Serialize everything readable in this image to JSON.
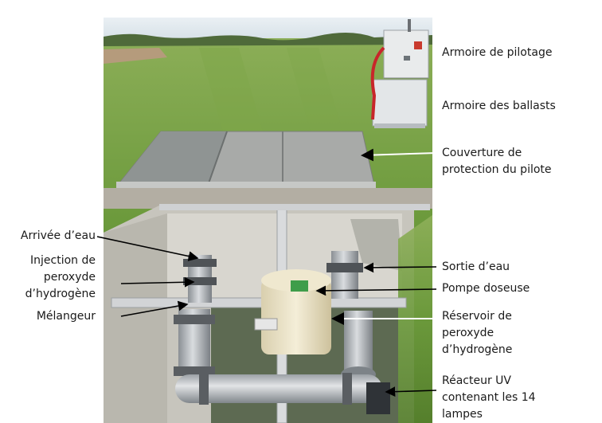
{
  "labels": {
    "armoire_pilotage": "Armoire de pilotage",
    "armoire_ballasts": "Armoire des ballasts",
    "couverture": "Couverture de\nprotection du pilote",
    "arrivee_eau": "Arrivée d’eau",
    "injection": "Injection de\nperoxyde\nd’hydrogène",
    "melangeur": "Mélangeur",
    "sortie_eau": "Sortie d’eau",
    "pompe": "Pompe doseuse",
    "reservoir": "Réservoir de\nperoxyde\nd’hydrogène",
    "reacteur": "Réacteur UV\ncontenant les 14\nlampes"
  },
  "colors": {
    "sky": "#dfe8ee",
    "grass": "#6c9a3c",
    "concrete": "#cfcdc6",
    "water": "#5d6a52",
    "arrow": "#000000"
  }
}
